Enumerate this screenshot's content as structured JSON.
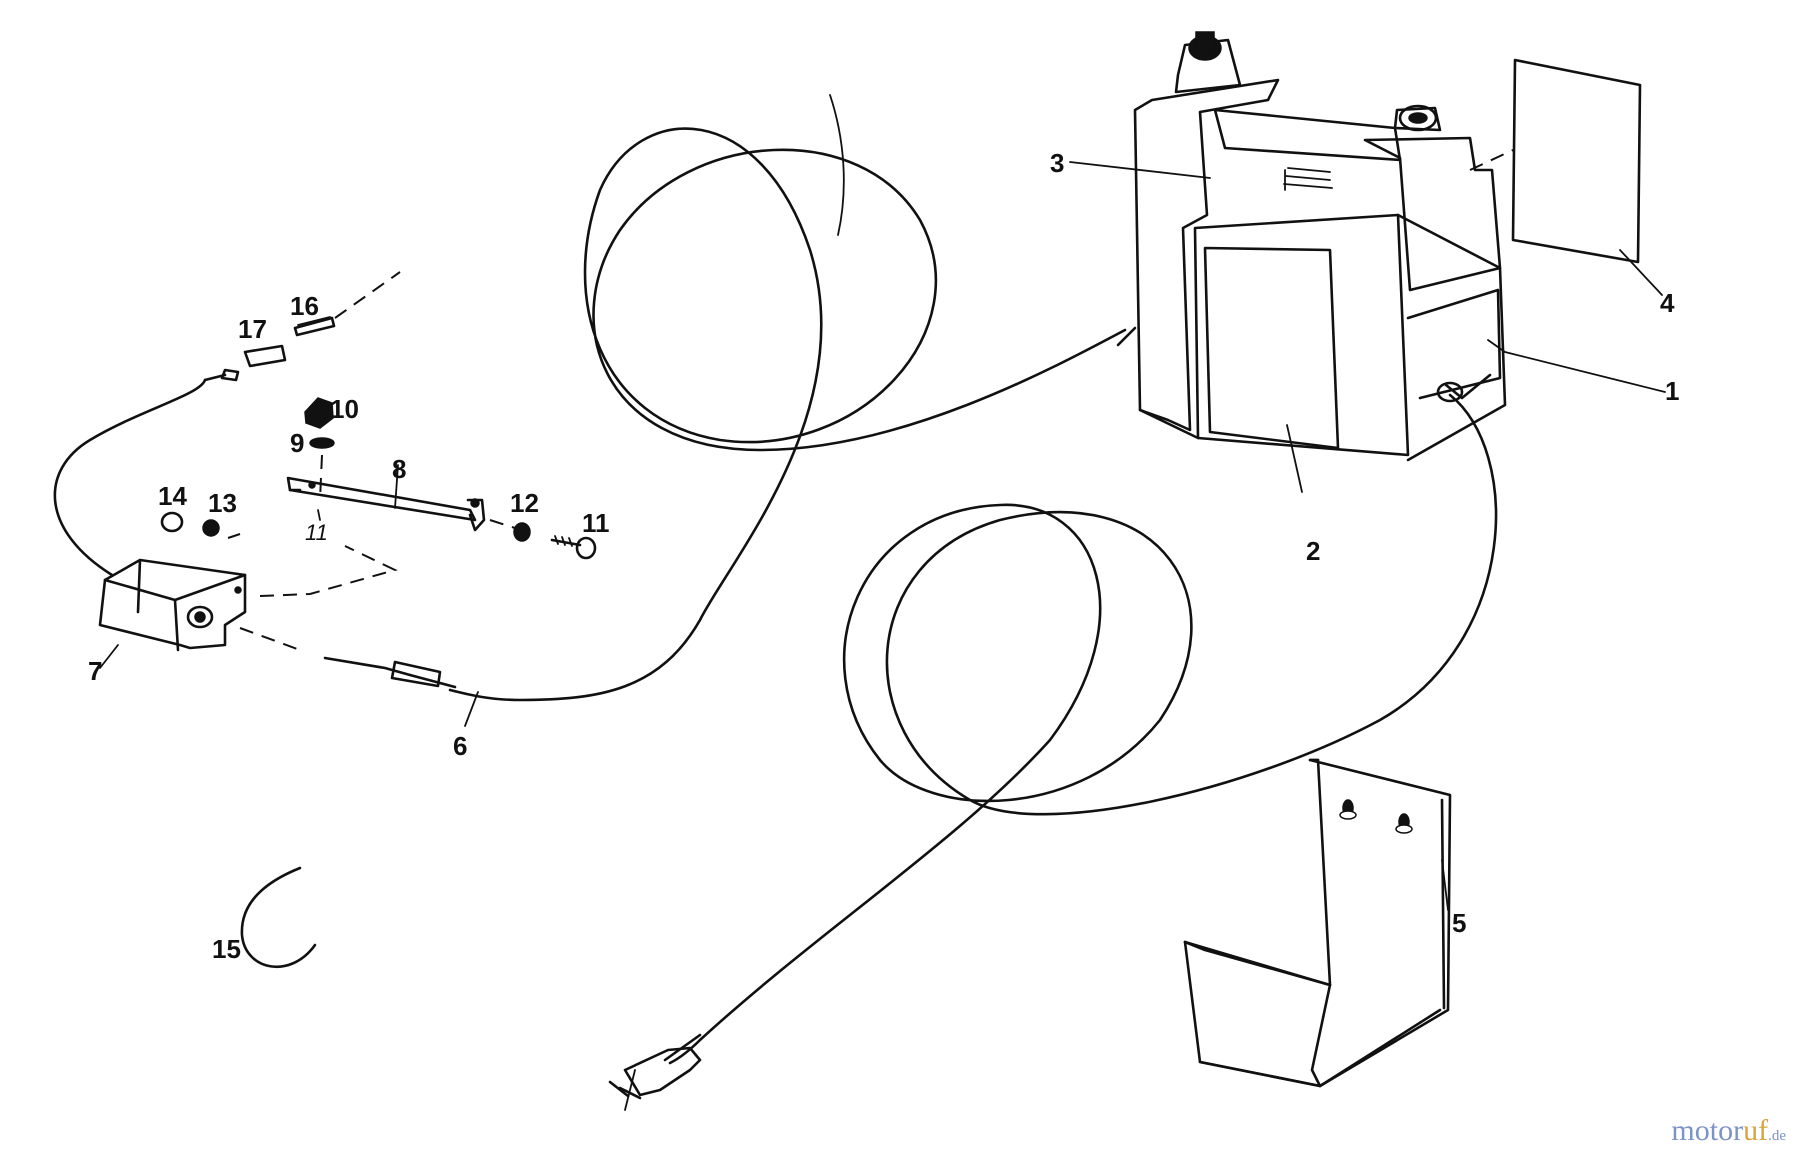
{
  "labels": {
    "p1": "1",
    "p2": "2",
    "p3": "3",
    "p4": "4",
    "p5": "5",
    "p6": "6",
    "p7": "7",
    "p8": "8",
    "p9": "9",
    "p10": "10",
    "p11": "11",
    "p11b": "11",
    "p12": "12",
    "p13": "13",
    "p14": "14",
    "p15": "15",
    "p16": "16",
    "p17": "17"
  },
  "watermark": {
    "part1": "motor",
    "part2": "uf",
    "part3": ".de"
  },
  "colors": {
    "ink": "#111111",
    "watermark_blue": "#7b93c9",
    "watermark_orange": "#d9a43a"
  }
}
